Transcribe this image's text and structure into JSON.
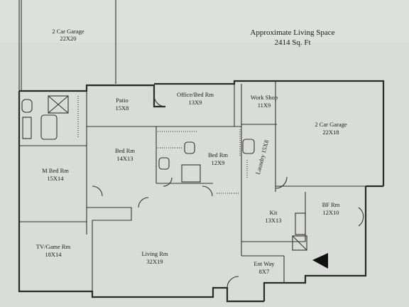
{
  "header": {
    "line1": "Approximate Living Space",
    "line2": "2414 Sq. Ft"
  },
  "rooms": {
    "garage_left": {
      "name": "2 Car Garage",
      "size": "22X20"
    },
    "patio": {
      "name": "Patio",
      "size": "15X8"
    },
    "office": {
      "name": "Office/Bed Rm",
      "size": "13X9"
    },
    "workshop": {
      "name": "Work Shop",
      "size": "11X9"
    },
    "garage_right": {
      "name": "2 Car Garage",
      "size": "22X18"
    },
    "bed1": {
      "name": "Bed Rm",
      "size": "14X13"
    },
    "bed2": {
      "name": "Bed Rm",
      "size": "12X9"
    },
    "laundry": {
      "name": "Laundry 15X8"
    },
    "master": {
      "name": "M Bed Rm",
      "size": "15X14"
    },
    "kitchen": {
      "name": "Kit",
      "size": "13X13"
    },
    "bfrm": {
      "name": "BF Rm",
      "size": "12X10"
    },
    "tvgame": {
      "name": "TV/Game Rm",
      "size": "18X14"
    },
    "living": {
      "name": "Living Rm",
      "size": "32X19"
    },
    "entry": {
      "name": "Ent Way",
      "size": "8X7"
    }
  },
  "colors": {
    "paper": "#d9dcd8",
    "ink": "#2a2a2a"
  }
}
